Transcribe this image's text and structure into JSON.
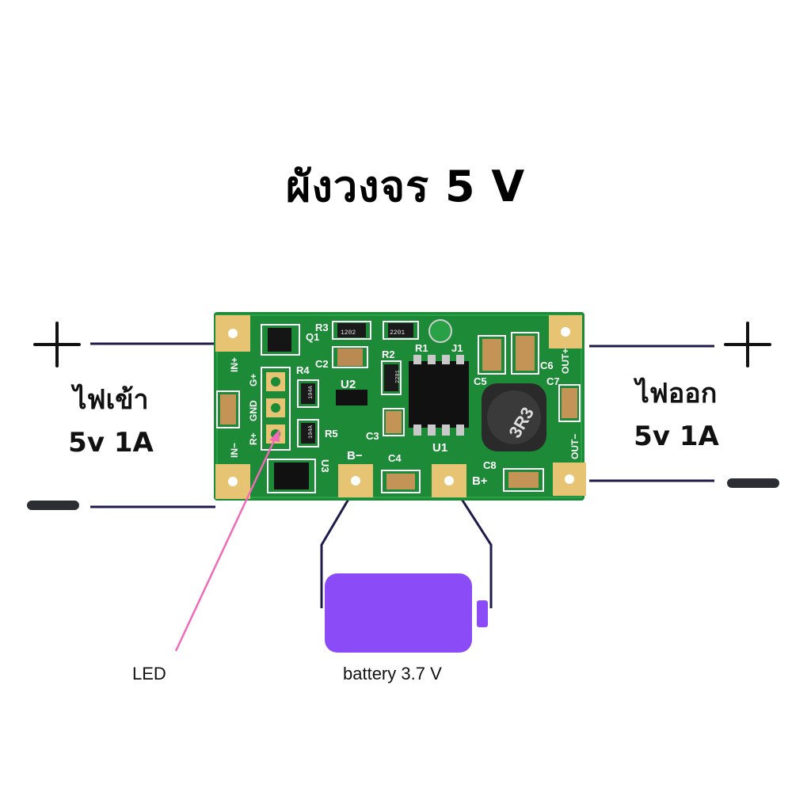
{
  "title": "ผังวงจร 5 V",
  "input": {
    "line1": "ไฟเข้า",
    "line2": "5v 1A"
  },
  "output": {
    "line1": "ไฟออก",
    "line2": "5v 1A"
  },
  "captions": {
    "led": "LED",
    "battery": "battery 3.7 V"
  },
  "pcb_labels": {
    "r3": "R3",
    "r2": "R2",
    "r1": "R1",
    "j1": "J1",
    "q1": "Q1",
    "c2": "C2",
    "r4": "R4",
    "u2": "U2",
    "r5": "R5",
    "c3": "C3",
    "c4": "C4",
    "u1": "U1",
    "c5": "C5",
    "c6": "C6",
    "c7": "C7",
    "c8": "C8",
    "u3": "U3",
    "b_minus": "B−",
    "b_plus": "B+",
    "in_plus": "IN+",
    "in_minus": "IN−",
    "g_plus": "G+",
    "gnd": "GND",
    "r_plus": "R+",
    "out_plus": "OUT+",
    "out_minus": "OUT−",
    "inductor": "3R3",
    "chip_r3": "1202",
    "chip_r2": "2201",
    "chip_r2b": "2201",
    "chip_r4": "104A",
    "chip_r5": "104A"
  },
  "colors": {
    "pcb": "#1c8a36",
    "pad": "#e7c473",
    "wire": "#1e1b4b",
    "led_arrow": "#f06ab8",
    "battery": "#8b4cf7",
    "symbol": "#111111"
  }
}
